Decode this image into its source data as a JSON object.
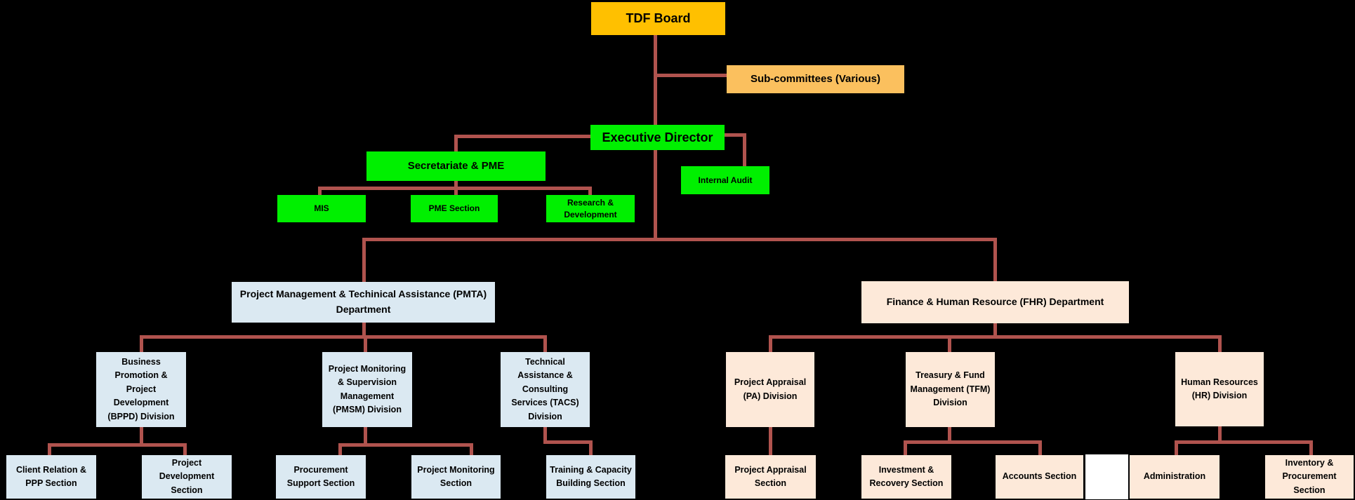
{
  "palette": {
    "background": "#000000",
    "connector": "#B0534E",
    "gold": "#FFC000",
    "light_orange": "#FBC05E",
    "green": "#00F000",
    "light_blue": "#DBE9F2",
    "peach": "#FDE9D9",
    "white": "#FFFFFF",
    "text": "#000000"
  },
  "org_chart": {
    "nodes": {
      "board": "TDF Board",
      "sub_committees": "Sub-committees (Various)",
      "executive_director": "Executive Director",
      "secretariate_pme": "Secretariate & PME",
      "internal_audit": "Internal Audit",
      "mis": "MIS",
      "pme_section": "PME Section",
      "research_development": "Research & Development",
      "pmta_department": "Project Management & Techinical Assistance (PMTA) Department",
      "fhr_department": "Finance & Human Resource (FHR) Department",
      "bppd_division": "Business Promotion & Project Development (BPPD) Division",
      "pmsm_division": "Project Monitoring & Supervision Management (PMSM) Division",
      "tacs_division": "Technical Assistance & Consulting Services (TACS) Division",
      "pa_division": "Project Appraisal (PA) Division",
      "tfm_division": "Treasury & Fund Management (TFM) Division",
      "hr_division": "Human Resources (HR) Division",
      "client_relation_section": "Client Relation & PPP Section",
      "project_development_section": "Project Development Section",
      "procurement_support_section": "Procurement Support Section",
      "project_monitoring_section": "Project Monitoring Section",
      "training_capacity_section": "Training & Capacity Building Section",
      "project_appraisal_section": "Project Appraisal Section",
      "investment_recovery_section": "Investment & Recovery Section",
      "accounts_section": "Accounts Section",
      "blank_box": "",
      "administration_section": "Administration",
      "inventory_procurement_section": "Inventory & Procurement Section"
    }
  }
}
